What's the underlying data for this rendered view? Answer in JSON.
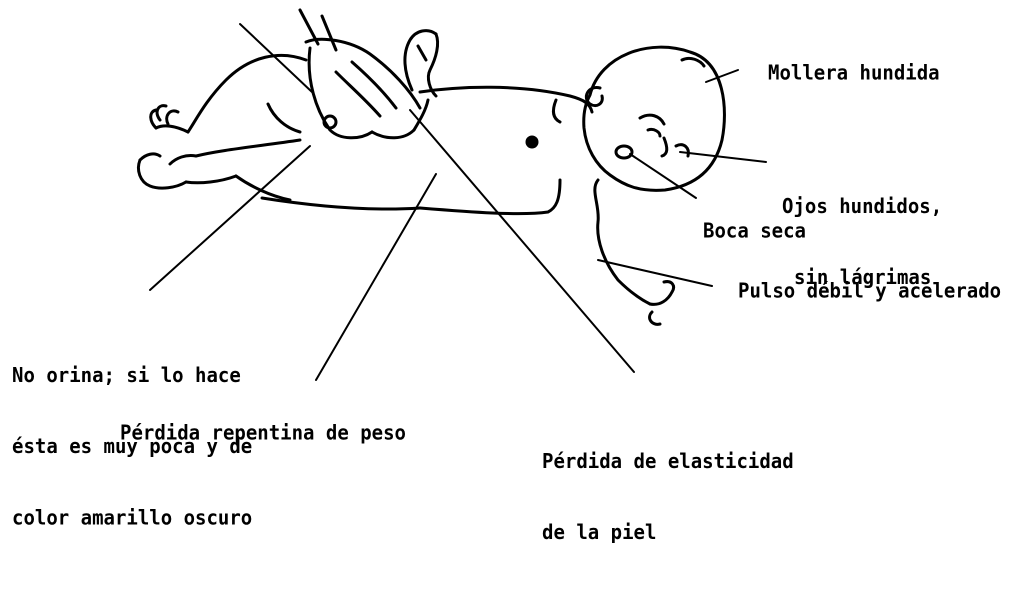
{
  "labels": {
    "mollera": "Mollera hundida",
    "ojos_line1": "Ojos hundidos,",
    "ojos_line2": "sin lágrimas",
    "boca": "Boca seca",
    "pulso": "Pulso débil y acelerado",
    "orina_line1": "No orina; si lo hace",
    "orina_line2": "ésta es muy poca y de",
    "orina_line3": "color amarillo oscuro",
    "peso": "Pérdida repentina de peso",
    "piel_line1": "Pérdida de elasticidad",
    "piel_line2": "de la piel"
  },
  "colors": {
    "ink": "#000000",
    "background": "#ffffff"
  }
}
